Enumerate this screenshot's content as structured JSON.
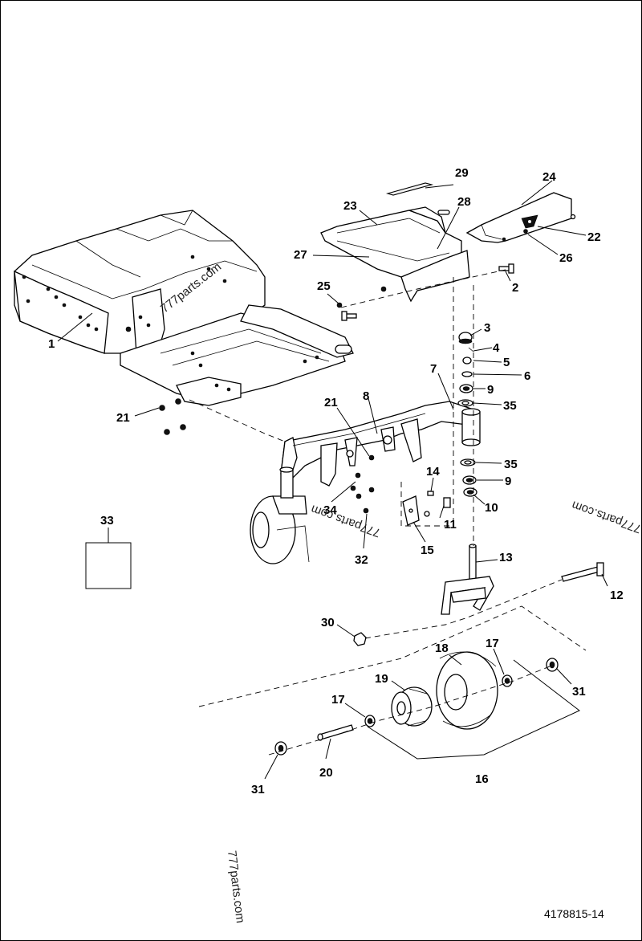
{
  "document_number": "4178815-14",
  "watermark": "777parts.com",
  "callouts": [
    "1",
    "2",
    "3",
    "4",
    "5",
    "6",
    "7",
    "8",
    "9",
    "9",
    "10",
    "11",
    "12",
    "13",
    "14",
    "15",
    "16",
    "17",
    "17",
    "18",
    "19",
    "20",
    "21",
    "21",
    "22",
    "23",
    "24",
    "25",
    "26",
    "27",
    "28",
    "29",
    "30",
    "31",
    "31",
    "32",
    "33",
    "34",
    "35",
    "35"
  ]
}
